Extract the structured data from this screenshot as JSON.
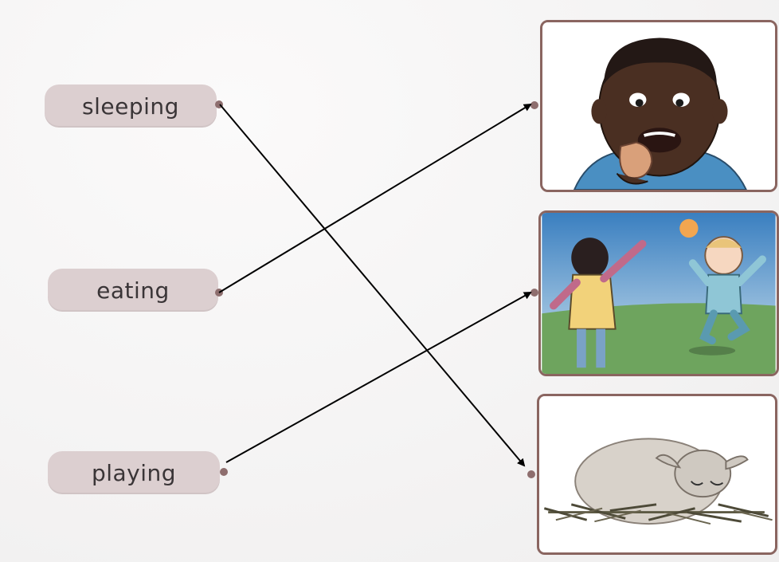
{
  "words": [
    {
      "label": "sleeping"
    },
    {
      "label": "eating"
    },
    {
      "label": "playing"
    }
  ],
  "pictures": [
    {
      "icon": "boy-eating-icon"
    },
    {
      "icon": "children-playing-icon"
    },
    {
      "icon": "sheep-sleeping-icon"
    }
  ],
  "colors": {
    "word_bg": "#dccfd0",
    "frame_border": "#8a6560",
    "arrow": "#000000"
  }
}
